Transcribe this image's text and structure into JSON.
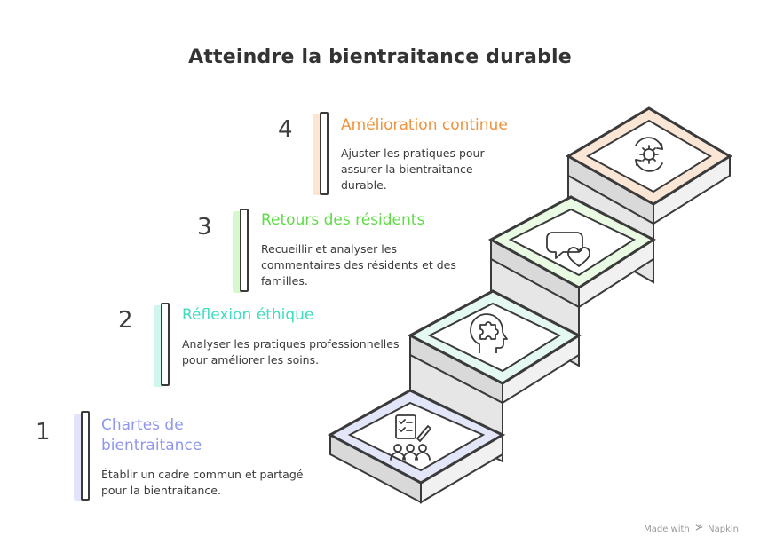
{
  "title": "Atteindre la bientraitance durable",
  "steps": [
    {
      "number": "1",
      "heading": "Chartes de bientraitance",
      "description": "Établir un cadre commun et partagé pour la bientraitance.",
      "color": "#8f97ec",
      "highlight": "#c9cdf6",
      "top_fill": "#e3e5f8",
      "icon": "charter-team-icon"
    },
    {
      "number": "2",
      "heading": "Réflexion éthique",
      "description": "Analyser les pratiques professionnelles pour améliorer les soins.",
      "color": "#3fdcc0",
      "highlight": "#a8f0de",
      "top_fill": "#e5f9f3",
      "icon": "head-puzzle-icon"
    },
    {
      "number": "3",
      "heading": "Retours des résidents",
      "description": "Recueillir et analyser les commentaires des résidents et des familles.",
      "color": "#5fdc46",
      "highlight": "#b6f0a4",
      "top_fill": "#eafbe3",
      "icon": "chat-heart-icon"
    },
    {
      "number": "4",
      "heading": "Amélioration continue",
      "description": "Ajuster les pratiques pour assurer la bientraitance durable.",
      "color": "#f0923c",
      "highlight": "#f9d1ae",
      "top_fill": "#fbe6d6",
      "icon": "cycle-gear-icon"
    }
  ],
  "footer": {
    "made_with": "Made with",
    "brand": "Napkin"
  }
}
